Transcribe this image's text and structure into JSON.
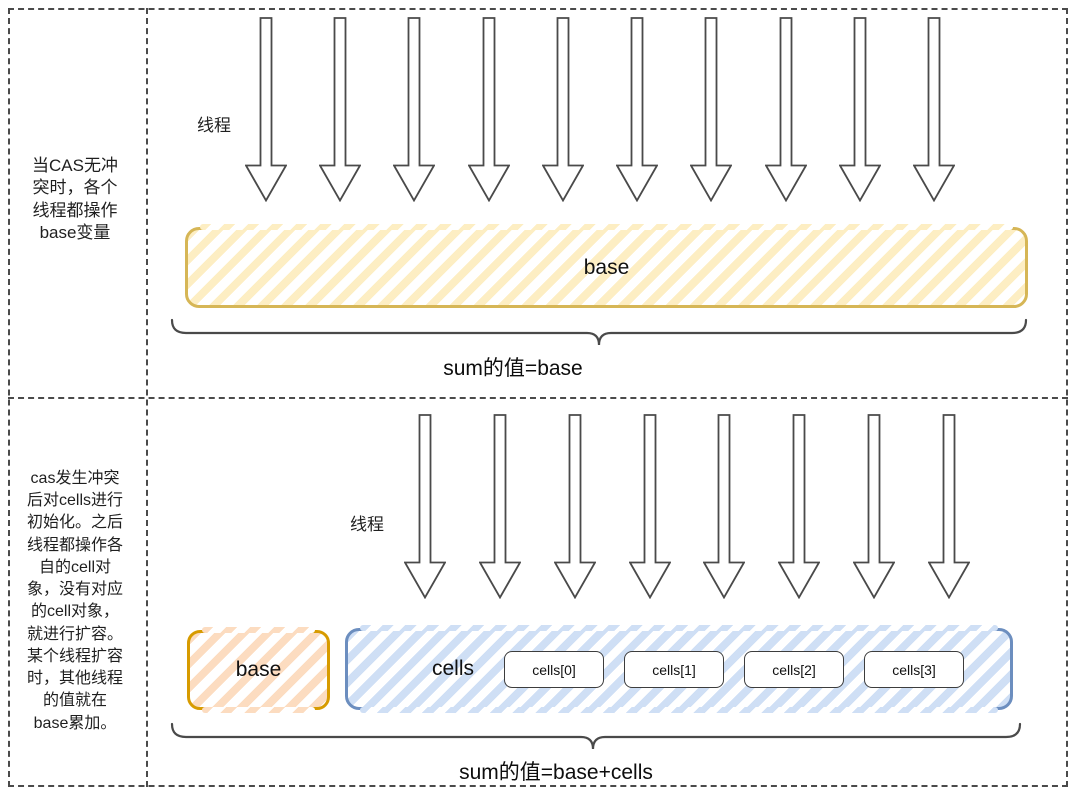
{
  "panels": {
    "top": {
      "sidebar_text": "当CAS无冲\n突时，各个\n线程都操作\nbase变量",
      "thread_label": "线程",
      "thread_count": 10,
      "base_label": "base",
      "sum_label": "sum的值=base"
    },
    "bottom": {
      "sidebar_text": "cas发生冲突\n后对cells进行\n初始化。之后\n线程都操作各\n自的cell对\n象，没有对应\n的cell对象，\n就进行扩容。\n某个线程扩容\n时，其他线程\n的值就在\nbase累加。",
      "thread_label": "线程",
      "thread_count": 8,
      "base_label": "base",
      "cells_label": "cells",
      "cell_items": [
        "cells[0]",
        "cells[1]",
        "cells[2]",
        "cells[3]"
      ],
      "sum_label": "sum的值=base+cells"
    }
  },
  "colors": {
    "base_top_border": "#d6b656",
    "base_top_stripe": "#fdeec3",
    "base_bottom_border": "#d79b00",
    "base_bottom_stripe": "#fcdcc0",
    "cells_border": "#6c8ebf",
    "cells_stripe": "#cfdff5",
    "line": "#4a4a4a"
  }
}
